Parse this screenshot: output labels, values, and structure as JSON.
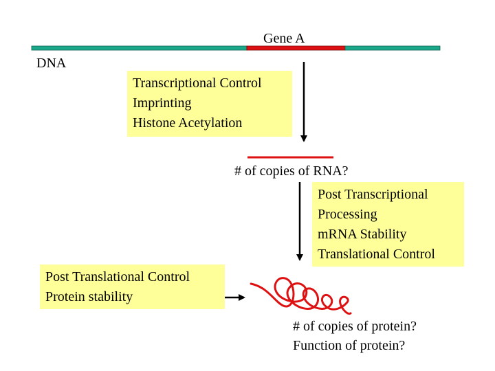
{
  "gene_label": "Gene A",
  "dna_label": "DNA",
  "colors": {
    "dna_strand": "#1aa88a",
    "gene_segment": "#dd1111",
    "box_fill": "#ffff99",
    "arrow": "#000000",
    "protein": "#dd1111"
  },
  "transcription_box": {
    "lines": [
      "Transcriptional Control",
      "Imprinting",
      "Histone Acetylation"
    ]
  },
  "rna_label": "# of copies of RNA?",
  "post_transcription_box": {
    "lines": [
      "Post Transcriptional",
      "Processing",
      "mRNA Stability",
      "Translational Control"
    ]
  },
  "post_translation_box": {
    "lines": [
      "Post Translational Control",
      "Protein stability"
    ]
  },
  "protein_labels": [
    "# of copies of protein?",
    "Function of protein?"
  ]
}
